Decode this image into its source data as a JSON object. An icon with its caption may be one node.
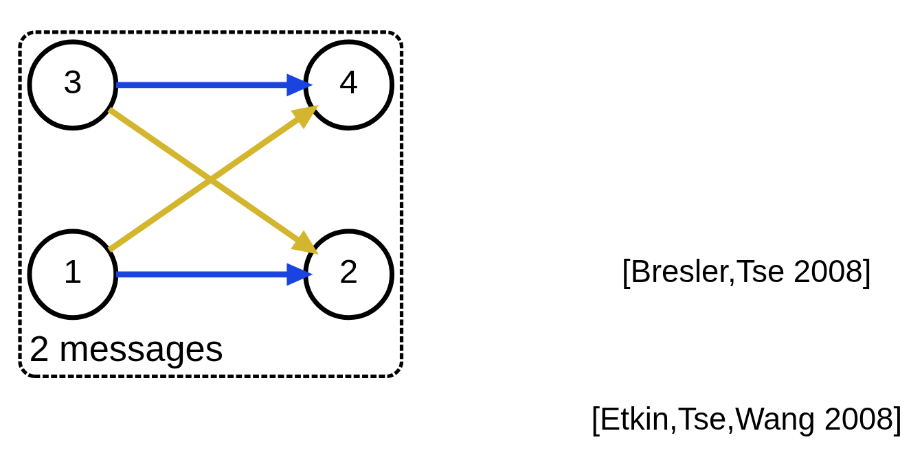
{
  "diagram": {
    "nodes": [
      {
        "text": [
          "2 messages"
        ]
      },
      {
        "text": [
          "1"
        ],
        "in": 0
      },
      {
        "text": [
          "2"
        ],
        "in": 0
      },
      {
        "text": [
          "3"
        ],
        "in": 0
      },
      {
        "text": [
          "4"
        ],
        "in": 0
      }
    ],
    "edges": [
      {
        "from": 1,
        "to": 2,
        "arrow": "to",
        "color": "#1a44e0"
      },
      {
        "from": 1,
        "to": 4,
        "arrow": "to",
        "color": "#d4b62e"
      },
      {
        "from": 3,
        "to": 2,
        "arrow": "to",
        "color": "#d4b62e"
      },
      {
        "from": 3,
        "to": 4,
        "arrow": "to",
        "color": "#1a44e0"
      }
    ],
    "labels": [
      "[Bresler,Tse 2008]",
      "[Etkin,Tse,Wang 2008]"
    ]
  }
}
